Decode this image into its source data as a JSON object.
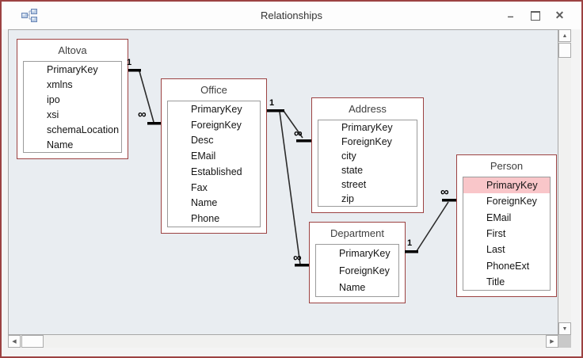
{
  "window": {
    "title": "Relationships",
    "controls": {
      "minimize": "–",
      "close": "✕"
    }
  },
  "icons": {
    "scroll_up": "▲",
    "scroll_down": "▼",
    "scroll_left": "◀",
    "scroll_right": "▶"
  },
  "colors": {
    "accent_border": "#9c4242",
    "canvas_bg": "#e9edf1",
    "highlight_pink": "#f9c6c9"
  },
  "tables": [
    {
      "name": "Altova",
      "fields": [
        "PrimaryKey",
        "xmlns",
        "ipo",
        "xsi",
        "schemaLocation",
        "Name"
      ]
    },
    {
      "name": "Office",
      "fields": [
        "PrimaryKey",
        "ForeignKey",
        "Desc",
        "EMail",
        "Established",
        "Fax",
        "Name",
        "Phone"
      ]
    },
    {
      "name": "Address",
      "fields": [
        "PrimaryKey",
        "ForeignKey",
        "city",
        "state",
        "street",
        "zip"
      ]
    },
    {
      "name": "Department",
      "fields": [
        "PrimaryKey",
        "ForeignKey",
        "Name"
      ]
    },
    {
      "name": "Person",
      "fields": [
        "PrimaryKey",
        "ForeignKey",
        "EMail",
        "First",
        "Last",
        "PhoneExt",
        "Title"
      ],
      "highlighted_field": "PrimaryKey"
    }
  ],
  "relationships": [
    {
      "from": "Altova",
      "to": "Office",
      "from_label": "1",
      "to_label": "∞"
    },
    {
      "from": "Office",
      "to": "Address",
      "from_label": "1",
      "to_label": "∞"
    },
    {
      "from": "Office",
      "to": "Department",
      "to_label": "∞"
    },
    {
      "from": "Department",
      "to": "Person",
      "from_label": "1",
      "to_label": "∞"
    }
  ]
}
